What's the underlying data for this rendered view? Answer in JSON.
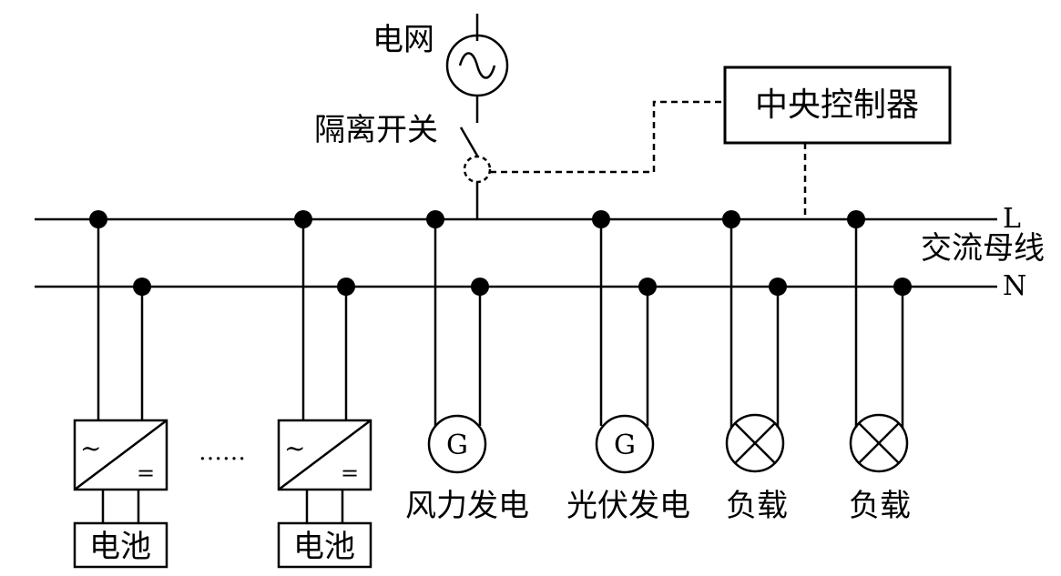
{
  "labels": {
    "grid": "电网",
    "isolation_switch": "隔离开关",
    "central_controller": "中央控制器",
    "bus_L": "L",
    "bus_N": "N",
    "ac_bus": "交流母线",
    "battery_1": "电池",
    "battery_2": "电池",
    "ellipsis": "……",
    "wind_power": "风力发电",
    "pv_power": "光伏发电",
    "load_1": "负载",
    "load_2": "负载",
    "generator_symbol_1": "G",
    "generator_symbol_2": "G",
    "converter_ac_symbol": "~",
    "converter_dc_symbol": "="
  }
}
